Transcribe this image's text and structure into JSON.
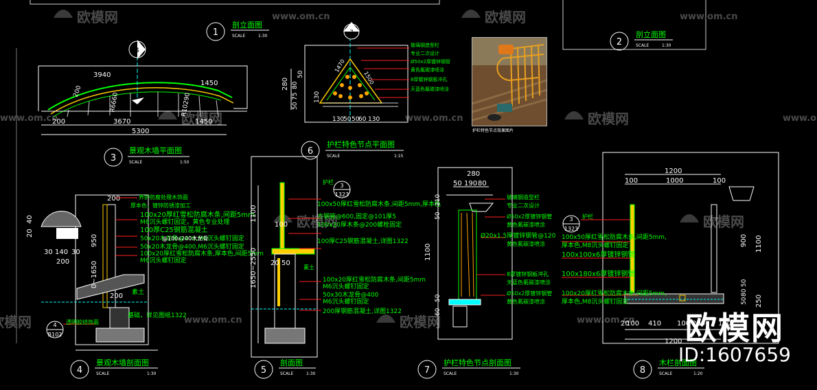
{
  "watermark": {
    "brand": "欧模网",
    "url": "www.om.cn",
    "id_logo": "欧模网",
    "id_text": "ID:1607659"
  },
  "scale_word": "SCALE",
  "views": [
    {
      "num": "1",
      "title": "剖立面图",
      "scale": "1:30"
    },
    {
      "num": "2",
      "title": "剖立面图",
      "scale": "1:30"
    },
    {
      "num": "3",
      "title": "景观木墙平面图",
      "scale": "1:50"
    },
    {
      "num": "4",
      "title": "景观木墙剖面图",
      "scale": "1:30"
    },
    {
      "num": "5",
      "title": "剖面图",
      "scale": "1:30"
    },
    {
      "num": "6",
      "title": "护栏特色节点平面图",
      "scale": "1:15"
    },
    {
      "num": "7",
      "title": "护栏特色节点剖面图",
      "scale": "1:30"
    },
    {
      "num": "8",
      "title": "木栏剖面图",
      "scale": "1:20"
    }
  ],
  "plan3": {
    "section_mark": "4",
    "dims": [
      "3940",
      "1450",
      "200",
      "R6660",
      "R10290",
      "200",
      "3670",
      "1450",
      "5300"
    ]
  },
  "plan6": {
    "section_mark": "7",
    "dims": [
      "280",
      "50",
      "75",
      "80",
      "50",
      "130",
      "50",
      "50",
      "60",
      "130",
      "1470",
      "1500"
    ],
    "notes": [
      "玻璃钢造型栏",
      "专业二次设计",
      "Ø50x2厚镀锌钢管",
      "黄色氟碳漆喷涂",
      "8厚镀锌钢板冲孔",
      "天蓝色氟碳漆喷涂"
    ]
  },
  "photo_caption": "护栏特色节点效果图片",
  "sec4": {
    "dims": [
      "200",
      "20",
      "40",
      "30",
      "140",
      "30",
      "200",
      "950",
      "0~1650",
      "200"
    ],
    "notes": [
      "养护防腐处理木饰面",
      "厚本色，镀锌防锈漆加工",
      "100x20厚红雪松防腐木条,间距5mm",
      "M6沉头螺钉固定，黄色专业处理",
      "100厚C25钢筋混凝土",
      "50x20木龙骨@400,M6沉头螺钉固定",
      "@100x200木龙骨",
      "50x20木龙骨@400,M6沉头螺钉固定",
      "100x20厚红雪松防腐木条,厚本色,间距5mm",
      "M6沉头螺钉固定"
    ],
    "soil": "素土",
    "footing": "基础，详见图纸1322",
    "marker_num": "4",
    "marker_ref": "B102",
    "marker_note": "透明胶结饰面"
  },
  "sec5": {
    "dims": [
      "1100",
      "100",
      "20",
      "50",
      "1650~2550"
    ],
    "notes": [
      "护栏",
      "100x50厚红雪松防腐木条,间距5mm,厚本色",
      "方钢管@600,固定@101厚5",
      "100x20厚木条@200螺栓固定",
      "100厚C25钢筋混凝土,详图1322",
      "100x20厚红雪松防腐木条,间距5mm",
      "M6沉头螺钉固定",
      "50x30木龙骨@400",
      "M6沉头螺钉固定",
      "200厚钢筋混凝土,详图1322"
    ],
    "ref_num": "3",
    "ref_sheet": "1323",
    "soil": "素土"
  },
  "sec7": {
    "dims": [
      "280",
      "50",
      "190",
      "80",
      "50",
      "210",
      "1100",
      "50",
      "60"
    ],
    "notes": [
      "玻璃钢造型栏",
      "专业二次设计",
      "Ø50x2厚镀锌钢管",
      "黄色氟碳漆喷涂",
      "Ø20x1.5厚镀锌钢管@120",
      "黄色氟碳漆喷涂",
      "8厚镀锌钢板冲孔",
      "天蓝色氟碳漆喷涂",
      "Ø50x2厚镀锌钢管",
      "黄色氟碳漆喷涂"
    ]
  },
  "sec8": {
    "dims": [
      "1200",
      "100",
      "1000",
      "100",
      "900",
      "1100",
      "50",
      "80",
      "50",
      "250",
      "20",
      "100",
      "410",
      "100",
      "200",
      "100",
      "1200"
    ],
    "notes": [
      "护栏",
      "100x50厚红雪松防腐木条,间距5mm,",
      "厚本色,M8沉头螺钉固定",
      "100x100x6厚镀锌钢管",
      "100x180x6厚镀锌钢管",
      "100x20厚红雪松防腐木条,间距5mm,",
      "厚本色,M8沉头螺钉固定"
    ],
    "ref_num": "3",
    "ref_sheet": "1323"
  }
}
